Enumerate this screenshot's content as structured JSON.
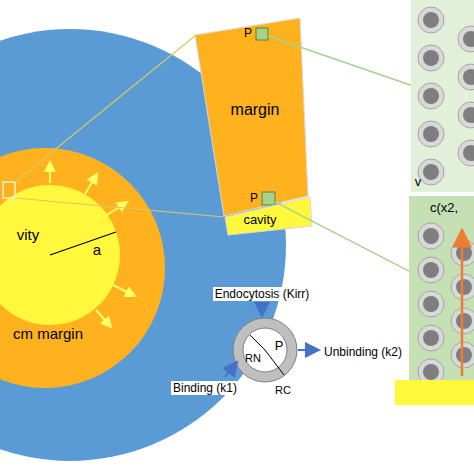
{
  "diagram": {
    "nodes": [
      {
        "text": [
          "cm margin"
        ]
      },
      {
        "text": [
          "vity",
          "a"
        ],
        "in": 0
      },
      {
        "text": [
          "margin"
        ]
      },
      {
        "text": [
          "P"
        ],
        "in": 2
      },
      {
        "text": [
          "cavity"
        ]
      },
      {
        "text": [
          "P"
        ],
        "in": 2
      },
      {
        "text": [
          "P",
          "RN",
          "RC"
        ]
      },
      {
        "text": [
          "c(x2,"
        ]
      },
      {
        "text": [
          "v"
        ]
      }
    ],
    "edges": [
      {
        "from": 3,
        "to": 8,
        "arrow": "none"
      },
      {
        "from": 5,
        "to": 7,
        "arrow": "none"
      }
    ],
    "labels": [
      "Endocytosis (Kirr)",
      "Binding (k1)",
      "Unbinding (k2)"
    ]
  }
}
